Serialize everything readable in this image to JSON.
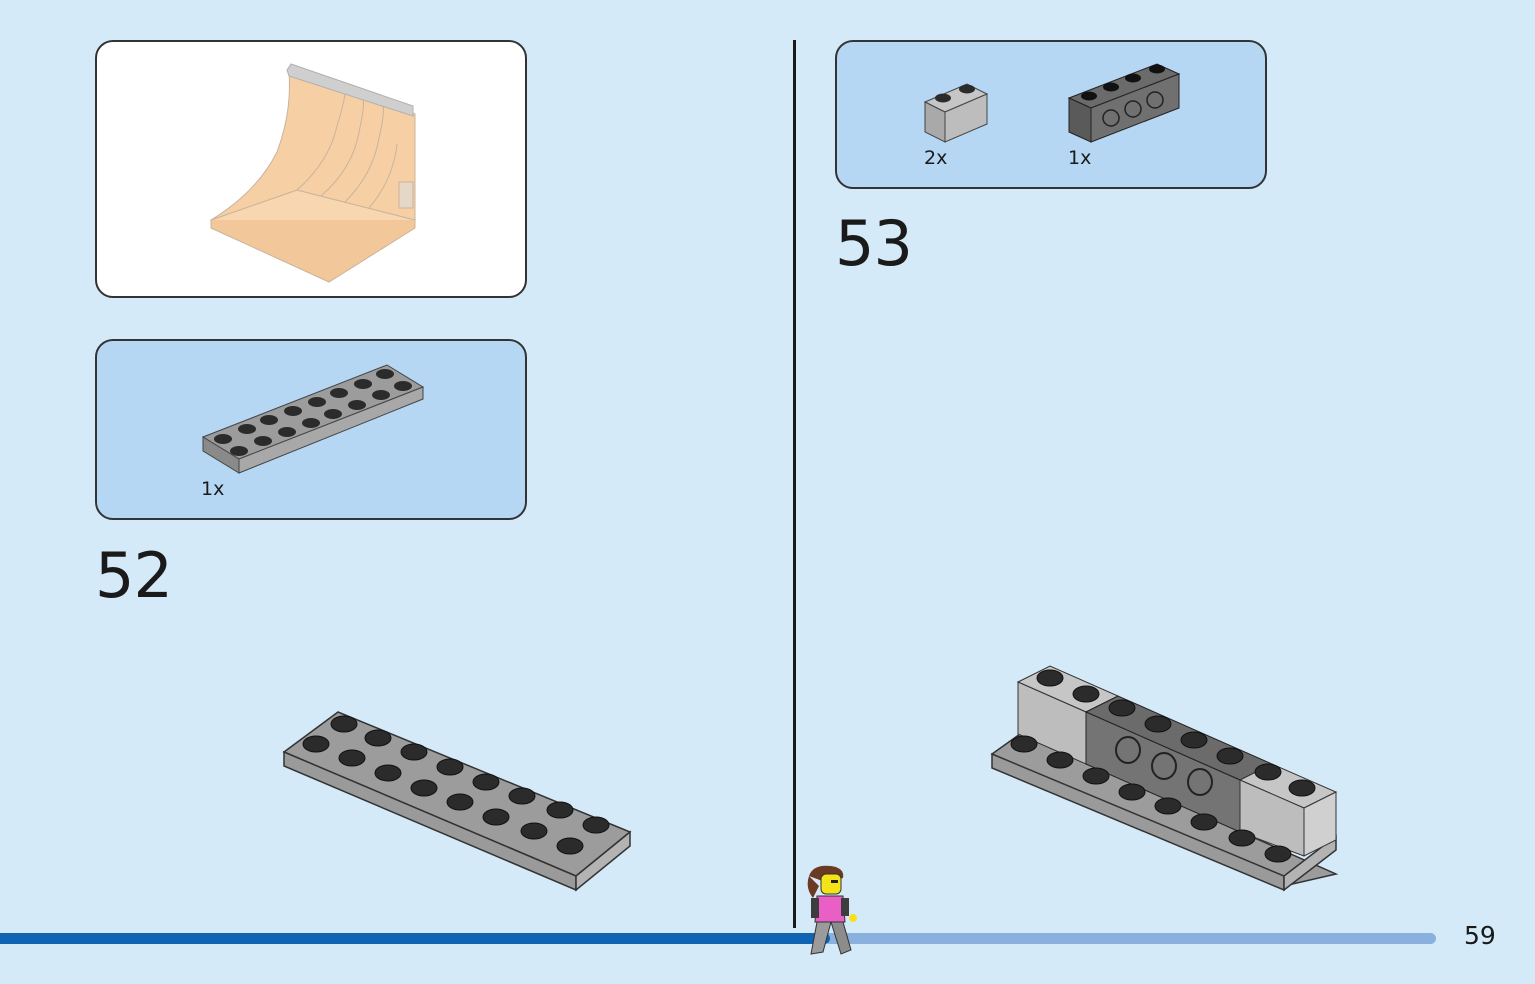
{
  "page": {
    "number": "59"
  },
  "preview": {
    "model": "skate-ramp"
  },
  "step_52": {
    "number": "52",
    "parts": [
      {
        "name": "plate-2x8-gray",
        "quantity": "1x"
      }
    ]
  },
  "step_53": {
    "number": "53",
    "parts": [
      {
        "name": "brick-1x2-light-gray",
        "quantity": "2x"
      },
      {
        "name": "technic-brick-1x4-dark-gray",
        "quantity": "1x"
      }
    ]
  },
  "progress": {
    "completed_fraction": 0.54
  },
  "colors": {
    "background": "#d5eaf9",
    "parts_panel": "#b5d7f3",
    "progress_done": "#0f65b1",
    "progress_rest": "#8ab0dd"
  }
}
